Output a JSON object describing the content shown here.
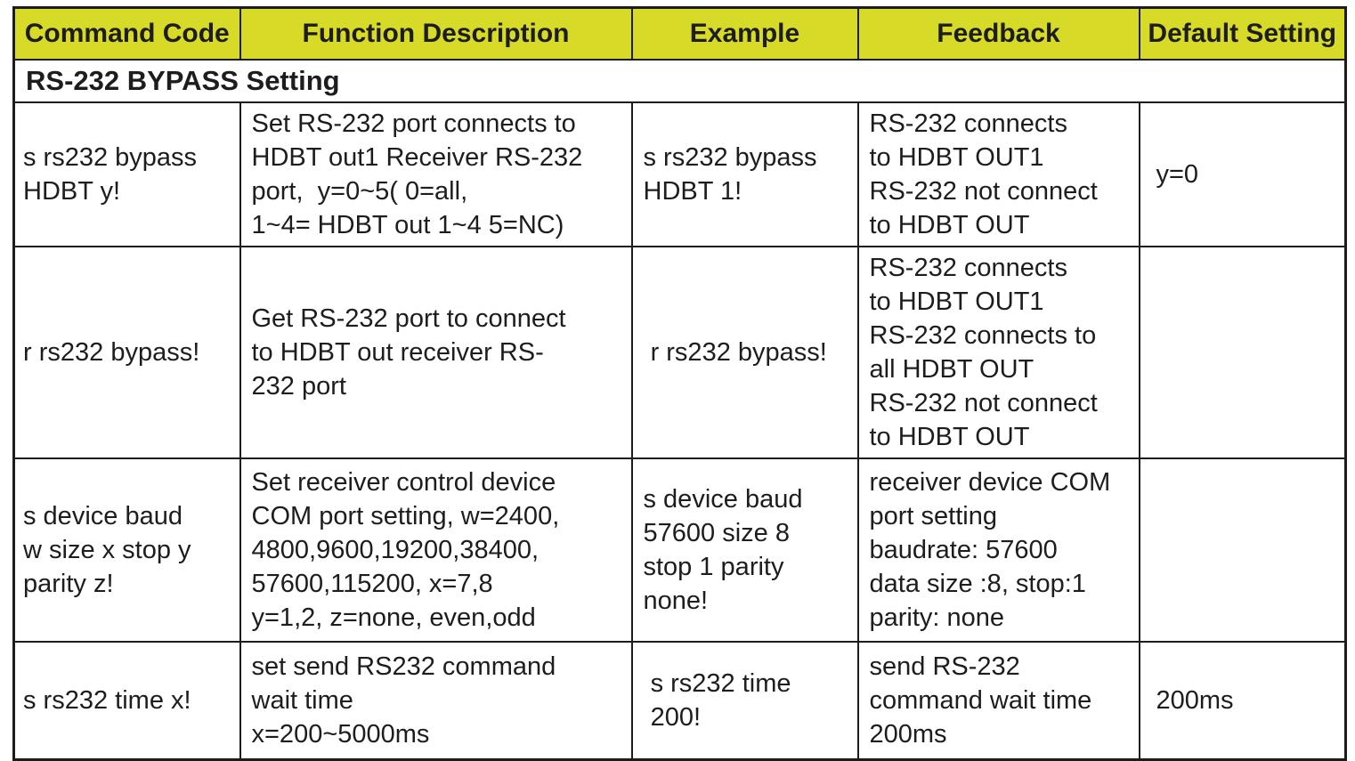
{
  "table": {
    "columns": [
      "Command Code",
      "Function Description",
      "Example",
      "Feedback",
      "Default Setting"
    ],
    "section_title": "RS-232 BYPASS Setting",
    "rows": [
      {
        "command": "s rs232 bypass\nHDBT y!",
        "function": "Set RS-232 port connects to\nHDBT out1 Receiver RS-232\nport,  y=0~5( 0=all,\n1~4= HDBT out 1~4 5=NC)",
        "example": "s rs232 bypass\nHDBT 1!",
        "feedback": "RS-232 connects\nto HDBT OUT1\nRS-232 not connect\nto HDBT OUT",
        "default_setting": "y=0"
      },
      {
        "command": "r rs232 bypass!",
        "function": "Get RS-232 port to connect\nto HDBT out receiver RS-\n232 port",
        "example": " r rs232 bypass!",
        "feedback": "RS-232 connects\nto HDBT OUT1\nRS-232 connects to\nall HDBT OUT\nRS-232 not connect\nto HDBT OUT",
        "default_setting": ""
      },
      {
        "command": "s device baud\nw size x stop y\nparity z!",
        "function": "Set receiver control device\nCOM port setting, w=2400,\n4800,9600,19200,38400,\n57600,115200, x=7,8\ny=1,2, z=none, even,odd",
        "example": "s device baud\n57600 size 8\nstop 1 parity\nnone!",
        "feedback": "receiver device COM\nport setting\nbaudrate: 57600\ndata size :8, stop:1\nparity: none",
        "default_setting": ""
      },
      {
        "command": "s rs232 time x!",
        "function": "set send RS232 command\nwait time\nx=200~5000ms",
        "example": " s rs232 time\n 200!",
        "feedback": "send RS-232\ncommand wait time\n200ms",
        "default_setting": "200ms"
      }
    ]
  },
  "colors": {
    "header_bg": "#d7db27",
    "border": "#1c1c1c",
    "text": "#1d1d1d",
    "background": "#ffffff"
  }
}
